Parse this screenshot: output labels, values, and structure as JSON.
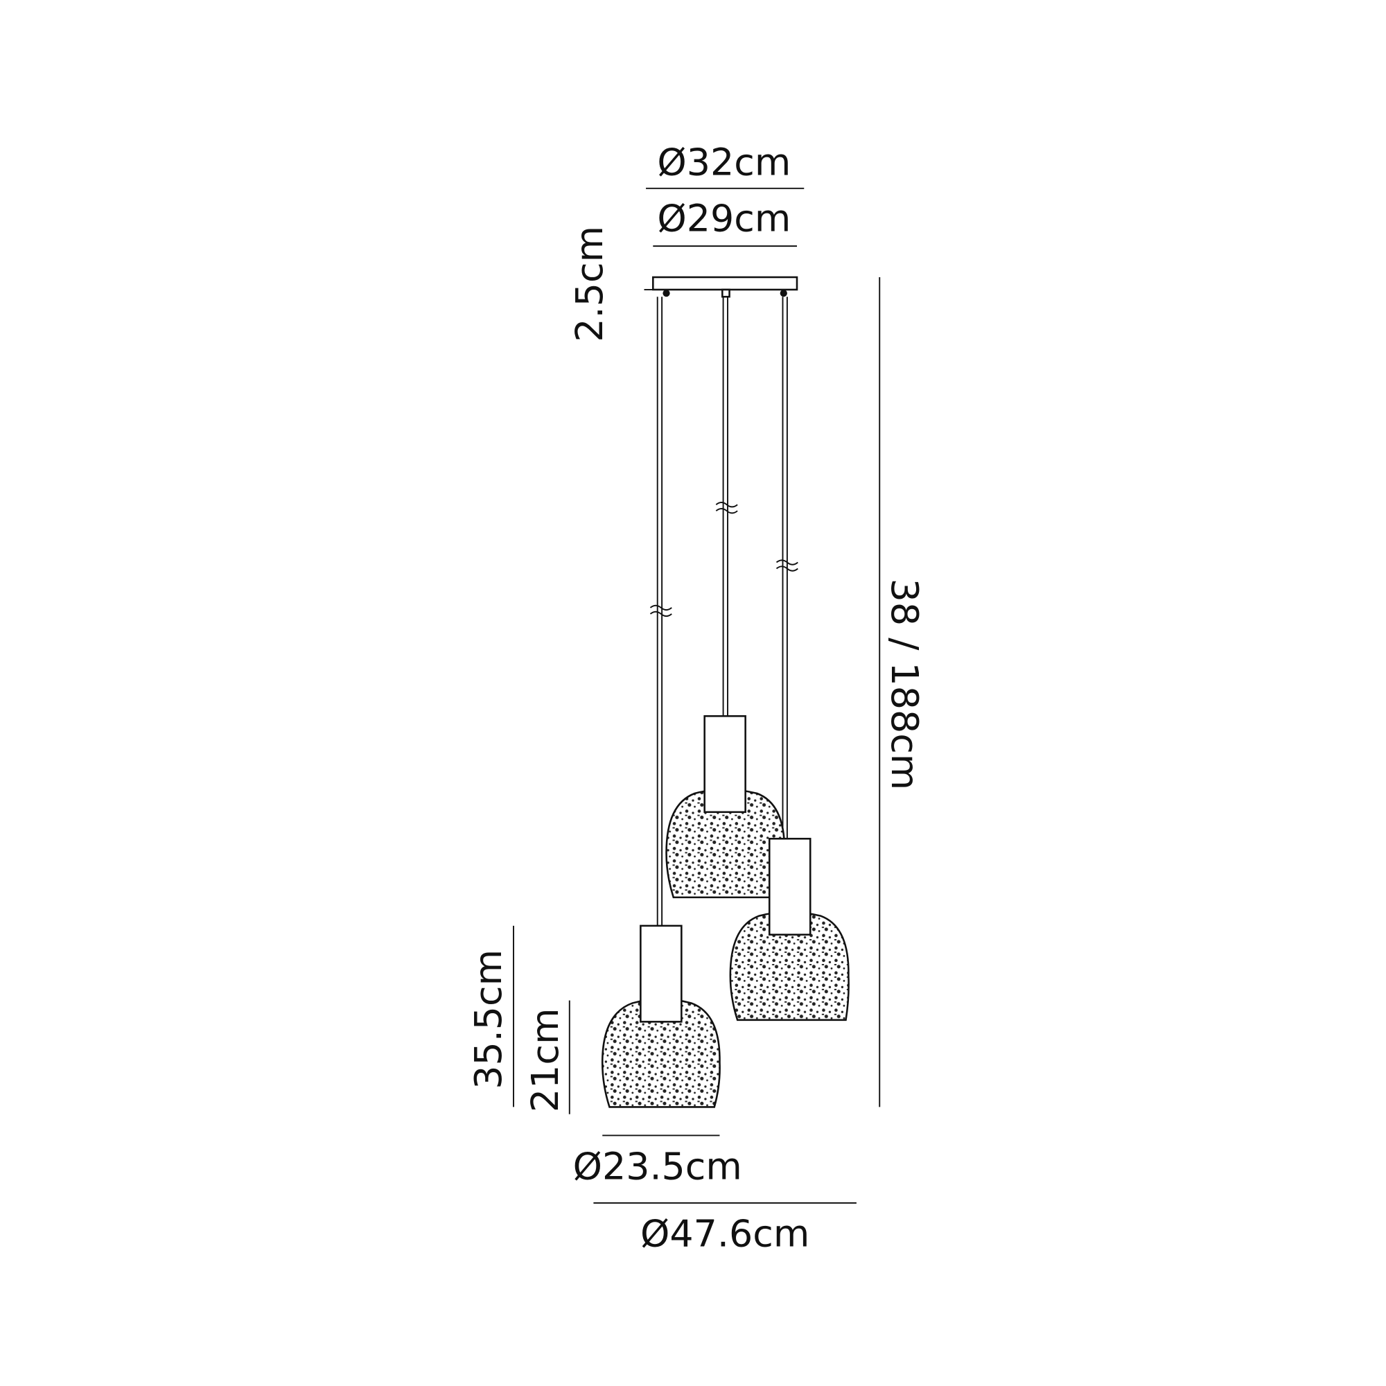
{
  "dimensions": {
    "canopy_outer_diameter": "Ø32cm",
    "canopy_inner_diameter": "Ø29cm",
    "canopy_height": "2.5cm",
    "drop_height": "38 / 188cm",
    "pendant_height": "35.5cm",
    "shade_height": "21cm",
    "shade_diameter": "Ø23.5cm",
    "cluster_diameter": "Ø47.6cm"
  },
  "colors": {
    "line": "#111111",
    "background": "#ffffff"
  }
}
